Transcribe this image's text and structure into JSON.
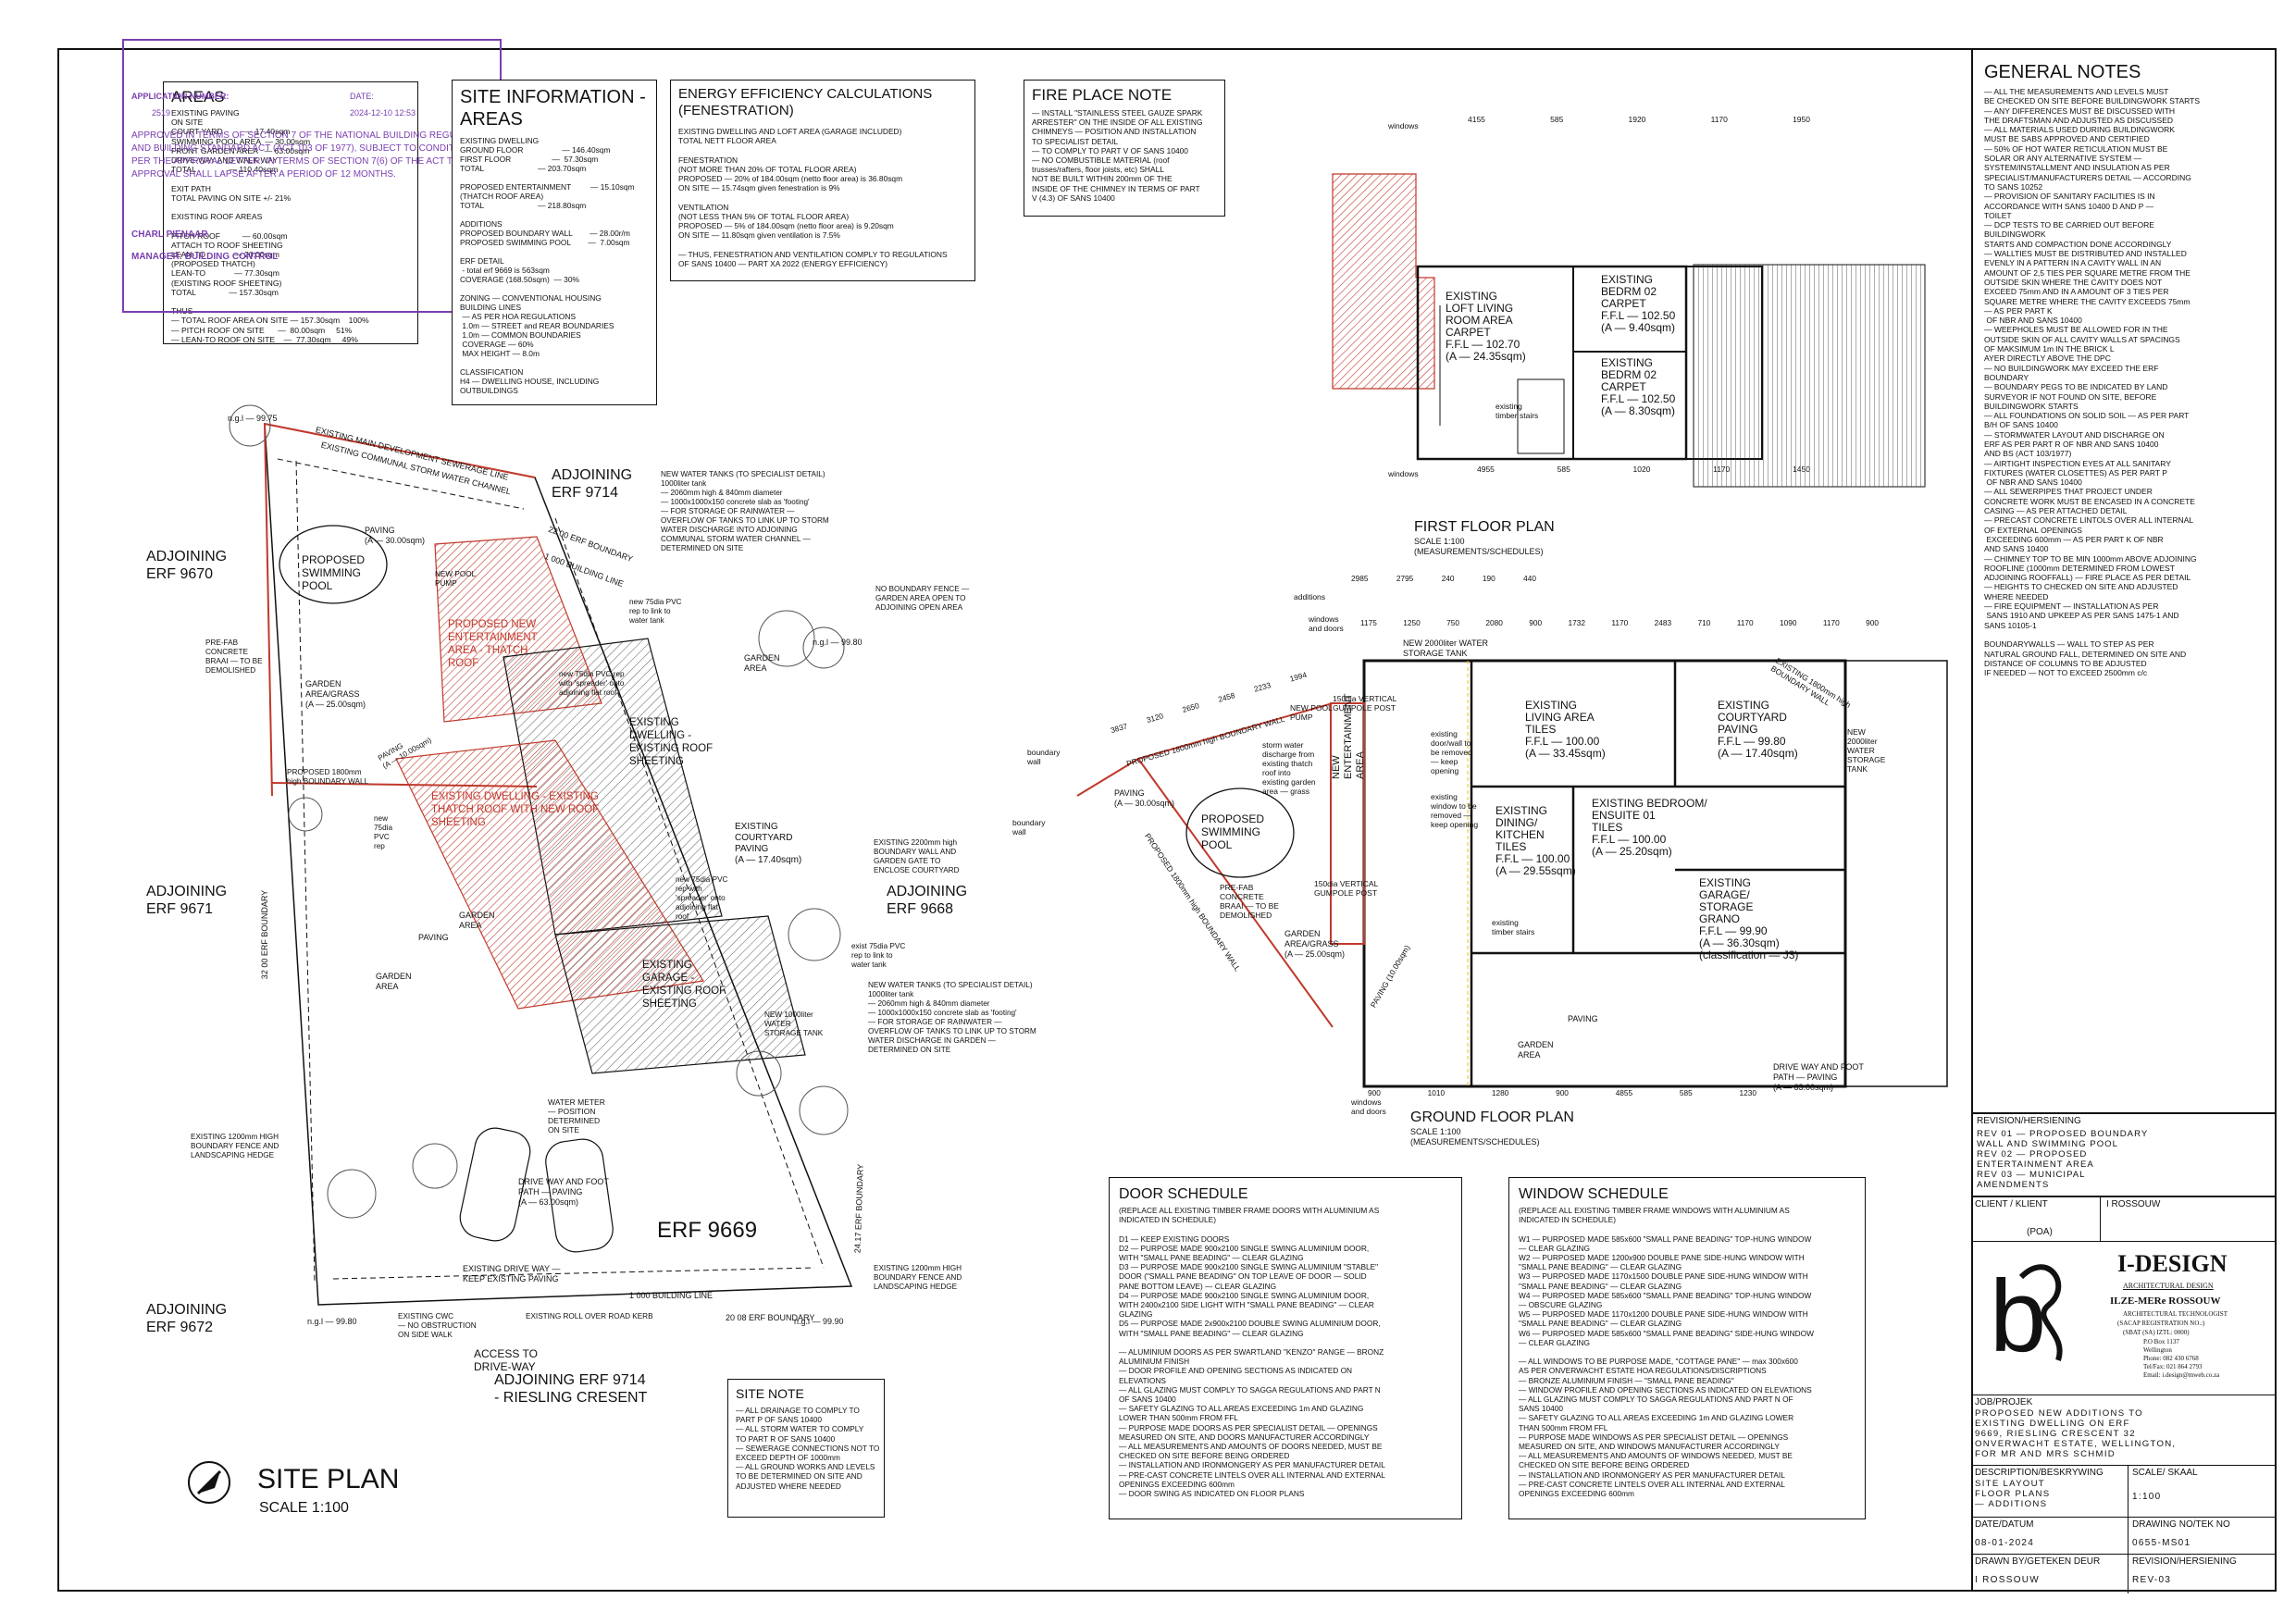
{
  "stamp": {
    "application": "APPLICATION NUMBER:",
    "date_label": "DATE:",
    "app_no": "2519",
    "date": "2024-12-10 12:53",
    "approval": "APPROVED IN TERMS OF SECTION 7 OF THE NATIONAL BUILDING REGULATIONS AND BUILDING STANDARD ACT (ACT 103 OF 1977), SUBJECT TO CONDITIONS AS PER THE APPROVAL LETTER. IN TERMS OF SECTION 7(6) OF THE ACT THE APPROVAL SHALL LAPSE AFTER A PERIOD OF 12 MONTHS.",
    "signatory": "CHARL PIENAAR",
    "role": "MANAGER: BUILDING CONTROL",
    "color": "#7a3fb0"
  },
  "areas": {
    "title": "AREAS",
    "lines": [
      "EXISTING PAVING",
      "ON SITE",
      "COURT YARD          — 17.40sqm",
      "SWIMMING POOL AREA  — 30.00sqm",
      "FRONT GARDEN AREA   — 63.00sqm",
      "DRIVE-WAY AND WALK WAY",
      "TOTAL               — 110.40sqm",
      "",
      "EXIT PATH",
      "TOTAL PAVING ON SITE +/- 21%",
      "",
      "EXISTING ROOF AREAS",
      "",
      "PITCH ROOF          — 60.00sqm",
      "ATTACH TO ROOF SHEETING",
      "LEAN-TO             — 20.00sqm",
      "(PROPOSED THATCH)",
      "LEAN-TO             — 77.30sqm",
      "(EXISTING ROOF SHEETING)",
      "TOTAL               — 157.30sqm",
      "",
      "THUS",
      "— TOTAL ROOF AREA ON SITE — 157.30sqm    100%",
      "— PITCH ROOF ON SITE      —  80.00sqm     51%",
      "— LEAN-TO ROOF ON SITE    —  77.30sqm     49%"
    ]
  },
  "site_info": {
    "title": "SITE INFORMATION - AREAS",
    "lines": [
      "EXISTING DWELLING",
      "GROUND FLOOR                  — 146.40sqm",
      "FIRST FLOOR                   —  57.30sqm",
      "TOTAL                         — 203.70sqm",
      "",
      "PROPOSED ENTERTAINMENT         — 15.10sqm",
      "(THATCH ROOF AREA)",
      "TOTAL                         — 218.80sqm",
      "",
      "ADDITIONS",
      "PROPOSED BOUNDARY WALL        — 28.00r/m",
      "PROPOSED SWIMMING POOL        —  7.00sqm",
      "",
      "ERF DETAIL",
      " - total erf 9669 is 563sqm",
      "COVERAGE (168.50sqm)  — 30%",
      "",
      "ZONING — CONVENTIONAL HOUSING",
      "BUILDING LINES",
      " — AS PER HOA REGULATIONS",
      " 1.0m — STREET and REAR BOUNDARIES",
      " 1.0m — COMMON BOUNDARIES",
      " COVERAGE — 60%",
      " MAX HEIGHT — 8.0m",
      "",
      "CLASSIFICATION",
      "H4 — DWELLING HOUSE, INCLUDING",
      "OUTBUILDINGS"
    ]
  },
  "energy": {
    "title": "ENERGY EFFICIENCY CALCULATIONS (FENESTRATION)",
    "lines": [
      "EXISTING DWELLING AND LOFT AREA (GARAGE INCLUDED)",
      "TOTAL NETT FLOOR AREA",
      "",
      "FENESTRATION",
      "(NOT MORE THAN 20% OF TOTAL FLOOR AREA)",
      "PROPOSED — 20% of 184.00sqm (netto floor area) is 36.80sqm",
      "ON SITE — 15.74sqm given fenestration is 9%",
      "",
      "VENTILATION",
      "(NOT LESS THAN 5% OF TOTAL FLOOR AREA)",
      "PROPOSED — 5% of 184.00sqm (netto floor area) is 9.20sqm",
      "ON SITE — 11.80sqm given ventilation is 7.5%",
      "",
      "— THUS, FENESTRATION AND VENTILATION COMPLY TO REGULATIONS",
      "OF SANS 10400 — PART XA 2022 (ENERGY EFFICIENCY)"
    ]
  },
  "fireplace": {
    "title": "FIRE PLACE NOTE",
    "lines": [
      "— INSTALL \"STAINLESS STEEL GAUZE SPARK",
      "ARRESTER\" ON THE INSIDE OF ALL EXISTING",
      "CHIMNEYS — POSITION AND INSTALLATION",
      "TO SPECIALIST DETAIL",
      "— TO COMPLY TO PART V OF SANS 10400",
      "— NO COMBUSTIBLE MATERIAL (roof",
      "trusses/rafters, floor joists, etc) SHALL",
      "NOT BE BUILT WITHIN 200mm OF THE",
      "INSIDE OF THE CHIMNEY IN TERMS OF PART",
      "V (4.3) OF SANS 10400"
    ]
  },
  "general_notes": {
    "title": "GENERAL NOTES",
    "lines": [
      "— ALL THE MEASUREMENTS AND LEVELS MUST",
      "BE CHECKED ON SITE BEFORE BUILDINGWORK STARTS",
      "— ANY DIFFERENCES MUST BE DISCUSSED WITH",
      "THE DRAFTSMAN AND ADJUSTED AS DISCUSSED",
      "— ALL MATERIALS USED DURING BUILDINGWORK",
      "MUST BE SABS APPROVED AND CERTIFIED",
      "— 50% OF HOT WATER RETICULATION MUST BE",
      "SOLAR OR ANY ALTERNATIVE SYSTEM —",
      "SYSTEM/INSTALLMENT AND INSULATION AS PER",
      "SPECIALIST/MANUFACTURERS DETAIL — ACCORDING",
      "TO SANS 10252",
      "— PROVISION OF SANITARY FACILITIES IS IN",
      "ACCORDANCE WITH SANS 10400 D AND P —",
      "TOILET",
      "— DCP TESTS TO BE CARRIED OUT BEFORE",
      "BUILDINGWORK",
      "STARTS AND COMPACTION DONE ACCORDINGLY",
      "— WALLTIES MUST BE DISTRIBUTED AND INSTALLED",
      "EVENLY IN A PATTERN IN A CAVITY WALL IN AN",
      "AMOUNT OF 2,5 TIES PER SQUARE METRE FROM THE",
      "OUTSIDE SKIN WHERE THE CAVITY DOES NOT",
      "EXCEED 75mm AND IN A AMOUNT OF 3 TIES PER",
      "SQUARE METRE WHERE THE CAVITY EXCEEDS 75mm",
      "— AS PER PART K",
      " OF NBR AND SANS 10400",
      "— WEEPHOLES MUST BE ALLOWED FOR IN THE",
      "OUTSIDE SKIN OF ALL CAVITY WALLS AT SPACINGS",
      "OF MAKSIMUM 1m IN THE BRICK L",
      "AYER DIRECTLY ABOVE THE DPC",
      "— NO BUILDINGWORK MAY EXCEED THE ERF",
      "BOUNDARY",
      "— BOUNDARY PEGS TO BE INDICATED BY LAND",
      "SURVEYOR IF NOT FOUND ON SITE, BEFORE",
      "BUILDINGWORK STARTS",
      "— ALL FOUNDATIONS ON SOLID SOIL — AS PER PART",
      "B/H OF SANS 10400",
      "— STORMWATER LAYOUT AND DISCHARGE ON",
      "ERF AS PER PART R OF NBR AND SANS 10400",
      "AND BS (ACT 103/1977)",
      "— AIRTIGHT INSPECTION EYES AT ALL SANITARY",
      "FIXTURES (WATER CLOSETTES) AS PER PART P",
      " OF NBR AND SANS 10400",
      "— ALL SEWERPIPES THAT PROJECT UNDER",
      "CONCRETE WORK MUST BE ENCASED IN A CONCRETE",
      "CASING — AS PER ATTACHED DETAIL",
      "— PRECAST CONCRETE LINTOLS OVER ALL INTERNAL",
      "OF EXTERNAL OPENINGS",
      " EXCEEDING 600mm — AS PER PART K OF NBR",
      "AND SANS 10400",
      "— CHIMNEY TOP TO BE MIN 1000mm ABOVE ADJOINING",
      "ROOFLINE (1000mm DETERMINED FROM LOWEST",
      "ADJOINING ROOFFALL) — FIRE PLACE AS PER DETAIL",
      "— HEIGHTS TO CHECKED ON SITE AND ADJUSTED",
      "WHERE NEEDED",
      "— FIRE EQUIPMENT — INSTALLATION AS PER",
      " SANS 1910 AND UPKEEP AS PER SANS 1475-1 AND",
      "SANS 10105-1",
      "",
      "BOUNDARYWALLS — WALL TO STEP AS PER",
      "NATURAL GROUND FALL, DETERMINED ON SITE AND",
      "DISTANCE OF COLUMNS TO BE ADJUSTED",
      "IF NEEDED — NOT TO EXCEED 2500mm c/c"
    ]
  },
  "revision": {
    "title": "REVISION/HERSIENING",
    "lines": [
      "REV 01 — PROPOSED BOUNDARY",
      "WALL AND SWIMMING POOL",
      "REV 02 — PROPOSED",
      "ENTERTAINMENT AREA",
      "REV 03 — MUNICIPAL",
      "AMENDMENTS"
    ]
  },
  "title_block": {
    "client_label": "CLIENT / KLIENT",
    "client_sub": "(POA)",
    "drawn_name_top": "I ROSSOUW",
    "firm": "I-DESIGN",
    "firm_sub": "ARCHITECTURAL DESIGN",
    "firm_person": "ILZE-MERe ROSSOUW",
    "firm_person_sub": "ARCHITECTURAL TECHNOLOGIST",
    "firm_reg": "(SACAP REGISTRATION NO.:)",
    "firm_reg2": "(SBAT (SA) IZTL: 0000)",
    "firm_addr": "P.O Box 1137\nWellington\nPhone: 082 430 6768\nTel/Fax: 021 864 2793\nEmail: i.design@mweb.co.za",
    "job_label": "JOB/PROJEK",
    "job_lines": [
      "PROPOSED NEW ADDITIONS TO",
      "EXISTING DWELLING ON ERF",
      "9669, RIESLING CRESCENT 32",
      "ONVERWACHT ESTATE, WELLINGTON,",
      "FOR MR AND MRS SCHMID"
    ],
    "desc_label": "DESCRIPTION/BESKRYWING",
    "desc_lines": [
      "SITE LAYOUT",
      "FLOOR PLANS",
      "— ADDITIONS"
    ],
    "scale_label": "SCALE/ SKAAL",
    "scale": "1:100",
    "date_label": "DATE/DATUM",
    "date": "08-01-2024",
    "drawing_no_label": "DRAWING NO/TEK NO",
    "drawing_no": "0655-MS01",
    "drawn_label": "DRAWN BY/GETEKEN DEUR",
    "drawn": "I ROSSOUW",
    "rev_label": "REVISION/HERSIENING",
    "rev": "REV-03"
  },
  "door_schedule": {
    "title": "DOOR SCHEDULE",
    "lines": [
      "(REPLACE ALL EXISTING TIMBER FRAME DOORS WITH ALUMINIUM AS",
      "INDICATED IN SCHEDULE)",
      "",
      "D1 — KEEP EXISTING DOORS",
      "D2 — PURPOSE MADE 900x2100 SINGLE SWING ALUMINIUM DOOR,",
      "WITH \"SMALL PANE BEADING\" — CLEAR GLAZING",
      "D3 — PURPOSE MADE 900x2100 SINGLE SWING ALUMINIUM \"STABLE\"",
      "DOOR (\"SMALL PANE BEADING\" ON TOP LEAVE OF DOOR — SOLID",
      "PANE BOTTOM LEAVE) — CLEAR GLAZING",
      "D4 — PURPOSE MADE 900x2100 SINGLE SWING ALUMINIUM DOOR,",
      "WITH 2400x2100 SIDE LIGHT WITH \"SMALL PANE BEADING\" — CLEAR",
      "GLAZING",
      "D5 — PURPOSE MADE 2x900x2100 DOUBLE SWING ALUMINIUM DOOR,",
      "WITH \"SMALL PANE BEADING\" — CLEAR GLAZING",
      "",
      "— ALUMINIUM DOORS AS PER SWARTLAND \"KENZO\" RANGE — BRONZ",
      "ALUMINIUM FINISH",
      "— DOOR PROFILE AND OPENING SECTIONS AS INDICATED ON",
      "ELEVATIONS",
      "— ALL GLAZING MUST COMPLY TO SAGGA REGULATIONS AND PART N",
      "OF SANS 10400",
      "— SAFETY GLAZING TO ALL AREAS EXCEEDING 1m AND GLAZING",
      "LOWER THAN 500mm FROM FFL",
      "— PURPOSE MADE DOORS AS PER SPECIALIST DETAIL — OPENINGS",
      "MEASURED ON SITE, AND DOORS MANUFACTURER ACCORDINGLY",
      "— ALL MEASUREMENTS AND AMOUNTS OF DOORS NEEDED, MUST BE",
      "CHECKED ON SITE BEFORE BEING ORDERED",
      "— INSTALLATION AND IRONMONGERY AS PER MANUFACTURER DETAIL",
      "— PRE-CAST CONCRETE LINTELS OVER ALL INTERNAL AND EXTERNAL",
      "OPENINGS EXCEEDING 600mm",
      "— DOOR SWING AS INDICATED ON FLOOR PLANS"
    ]
  },
  "window_schedule": {
    "title": "WINDOW SCHEDULE",
    "lines": [
      "(REPLACE ALL EXISTING TIMBER FRAME WINDOWS WITH ALUMINIUM AS",
      "INDICATED IN SCHEDULE)",
      "",
      "W1 — PURPOSED MADE 585x600 \"SMALL PANE BEADING\" TOP-HUNG WINDOW",
      "— CLEAR GLAZING",
      "W2 — PURPOSED MADE 1200x900 DOUBLE PANE SIDE-HUNG WINDOW WITH",
      "\"SMALL PANE BEADING\" — CLEAR GLAZING",
      "W3 — PURPOSED MADE 1170x1500 DOUBLE PANE SIDE-HUNG WINDOW WITH",
      "\"SMALL PANE BEADING\" — CLEAR GLAZING",
      "W4 — PURPOSED MADE 585x600 \"SMALL PANE BEADING\" TOP-HUNG WINDOW",
      "— OBSCURE GLAZING",
      "W5 — PURPOSED MADE 1170x1200 DOUBLE PANE SIDE-HUNG WINDOW WITH",
      "\"SMALL PANE BEADING\" — CLEAR GLAZING",
      "W6 — PURPOSED MADE 585x600 \"SMALL PANE BEADING\" SIDE-HUNG WINDOW",
      "— CLEAR GLAZING",
      "",
      "— ALL WINDOWS TO BE PURPOSE MADE, \"COTTAGE PANE\" — max 300x600",
      "AS PER ONVERWACHT ESTATE HOA REGULATIONS/DISCRIPTIONS",
      "— BRONZE ALUMINIUM FINISH — \"SMALL PANE BEADING\"",
      "— WINDOW PROFILE AND OPENING SECTIONS AS INDICATED ON ELEVATIONS",
      "— ALL GLAZING MUST COMPLY TO SAGGA REGULATIONS AND PART N OF",
      "SANS 10400",
      "— SAFETY GLAZING TO ALL AREAS EXCEEDING 1m AND GLAZING LOWER",
      "THAN 500mm FROM FFL",
      "— PURPOSE MADE WINDOWS AS PER SPECIALIST DETAIL — OPENINGS",
      "MEASURED ON SITE, AND WINDOWS MANUFACTURER ACCORDINGLY",
      "— ALL MEASUREMENTS AND AMOUNTS OF WINDOWS NEEDED, MUST BE",
      "CHECKED ON SITE BEFORE BEING ORDERED",
      "— INSTALLATION AND IRONMONGERY AS PER MANUFACTURER DETAIL",
      "— PRE-CAST CONCRETE LINTELS OVER ALL INTERNAL AND EXTERNAL",
      "OPENINGS EXCEEDING 600mm"
    ]
  },
  "site_note": {
    "title": "SITE NOTE",
    "lines": [
      "— ALL DRAINAGE TO COMPLY TO",
      "PART P OF SANS 10400",
      "— ALL STORM WATER TO COMPLY",
      "TO PART R OF SANS 10400",
      "— SEWERAGE CONNECTIONS NOT TO",
      "EXCEED DEPTH OF 1000mm",
      "— ALL GROUND WORKS AND LEVELS",
      "TO BE DETERMINED ON SITE AND",
      "ADJUSTED WHERE NEEDED"
    ]
  },
  "site_plan": {
    "title": "SITE PLAN",
    "scale": "SCALE 1:100",
    "erf": "ERF 9669",
    "adjoining_9670": "ADJOINING\nERF 9670",
    "adjoining_9671": "ADJOINING\nERF 9671",
    "adjoining_9672": "ADJOINING\nERF 9672",
    "adjoining_9714": "ADJOINING\nERF 9714",
    "adjoining_9668": "ADJOINING\nERF 9668",
    "adjoining_bottom": "ADJOINING ERF 9714\n- RIESLING CRESENT",
    "proposed_pool": "PROPOSED\nSWIMMING\nPOOL",
    "entertainment": "PROPOSED NEW\nENTERTAINMENT\nAREA - THATCH\nROOF",
    "dwelling_roof": "EXISTING\nDWELLING -\nEXISTING ROOF\nSHEETING",
    "thatch_roof": "EXISTING DWELLING - EXISTING\nTHATCH ROOF WITH NEW ROOF\nSHEETING",
    "garage_roof": "EXISTING\nGARAGE -\nEXISTING ROOF\nSHEETING",
    "courtyard": "EXISTING\nCOURTYARD\nPAVING\n(A — 17.40sqm)",
    "paving_pool": "PAVING\n(A — 30.00sqm)",
    "garden_grass": "GARDEN\nAREA/GRASS\n(A — 25.00sqm)",
    "garden_area": "GARDEN\nAREA",
    "paving": "PAVING",
    "access": "ACCESS TO\nDRIVE-WAY",
    "driveway": "DRIVE WAY AND FOOT\nPATH — PAVING\n(A — 63.00sqm)",
    "existing_driveway": "EXISTING DRIVE WAY —\nKEEP EXISTING PAVING",
    "water_meter": "WATER METER\n— POSITION\nDETERMINED\nON SITE",
    "boundary_1000": "1 000 BUILDING LINE",
    "erf_boundary_top": "22 00 ERF BOUNDARY",
    "erf_boundary_left": "32 00 ERF BOUNDARY",
    "erf_boundary_bottom": "20 08 ERF BOUNDARY",
    "erf_boundary_right": "24.17 ERF BOUNDARY",
    "ngl_9975": "n.g.l — 99.75",
    "ngl_9980": "n.g.l — 99.80",
    "ngl_9990": "n.g.l — 99.90",
    "sewer_line": "EXISTING MAIN DEVELOPMENT SEWERAGE LINE",
    "storm_line": "EXISTING COMMUNAL STORM WATER CHANNEL",
    "tanks_top": "NEW WATER TANKS (TO SPECIALIST DETAIL)\n1000liter tank\n— 2060mm high & 840mm diameter\n— 1000x1000x150 concrete slab as 'footing'\n— FOR STORAGE OF RAINWATER —\nOVERFLOW OF TANKS TO LINK UP TO STORM\nWATER DISCHARGE INTO ADJOINING\nCOMMUNAL STORM WATER CHANNEL —\nDETERMINED ON SITE",
    "tanks_right": "NEW WATER TANKS (TO SPECIALIST DETAIL)\n1000liter tank\n— 2060mm high & 840mm diameter\n— 1000x1000x150 concrete slab as 'footing'\n— FOR STORAGE OF RAINWATER —\nOVERFLOW OF TANKS TO LINK UP TO STORM\nWATER DISCHARGE IN GARDEN —\nDETERMINED ON SITE",
    "no_boundary_fence": "NO BOUNDARY FENCE —\nGARDEN AREA OPEN TO\nADJOINING OPEN AREA",
    "boundary_wall_2200": "EXISTING 2200mm high\nBOUNDARY WALL AND\nGARDEN GATE TO\nENCLOSE COURTYARD",
    "fence_1200_left": "EXISTING 1200mm HIGH\nBOUNDARY FENCE AND\nLANDSCAPING HEDGE",
    "fence_1200_right": "EXISTING 1200mm HIGH\nBOUNDARY FENCE AND\nLANDSCAPING HEDGE",
    "braai": "PRE-FAB\nCONCRETE\nBRAAI — TO BE\nDEMOLISHED",
    "pool_pump": "NEW POOL\nPUMP",
    "cwc": "EXISTING CWC\n— NO OBSTRUCTION\nON SIDE WALK",
    "kerb": "EXISTING ROLL OVER ROAD KERB",
    "pvc1": "new 75dia PVC\nrep to link to\nwater tank",
    "pvc2": "new 75dia PVC rep\nwith 'spreader' onto\nadjoining flat roof",
    "pvc3": "new 75dia PVC\nrep with\n'spreader' onto\nadjoining flat\nroof",
    "pvc4": "exist 75dia PVC\nrep to link to\nwater tank",
    "new_tank": "NEW 1000liter\nWATER\nSTORAGE TANK",
    "proposed_wall": "PROPOSED 1800mm\nhigh BOUNDARY WALL",
    "paving_10": "PAVING\n(A — 10.00sqm)",
    "new_pvc_small": "new\n75dia\nPVC\nrep"
  },
  "first_floor": {
    "title": "FIRST FLOOR PLAN",
    "scale": "SCALE 1:100\n(MEASUREMENTS/SCHEDULES)",
    "loft": "EXISTING\nLOFT LIVING\nROOM AREA\nCARPET\nF.F.L — 102.70\n(A — 24.35sqm)",
    "bed2a": "EXISTING\nBEDRM 02\nCARPET\nF.F.L — 102.50\n(A — 9.40sqm)",
    "bed2b": "EXISTING\nBEDRM 02\nCARPET\nF.F.L — 102.50\n(A — 8.30sqm)",
    "stairs": "existing\ntimber stairs",
    "windows": "windows",
    "dims_top": [
      "4155",
      "585",
      "1920",
      "1170",
      "1950"
    ],
    "dims_bottom": [
      "4955",
      "585",
      "1020",
      "1170",
      "1450"
    ]
  },
  "ground_floor": {
    "title": "GROUND FLOOR PLAN",
    "scale": "SCALE 1:100\n(MEASUREMENTS/SCHEDULES)",
    "living": "EXISTING\nLIVING AREA\nTILES\nF.F.L — 100.00\n(A — 33.45sqm)",
    "courtyard": "EXISTING\nCOURTYARD\nPAVING\nF.F.L — 99.80\n(A — 17.40sqm)",
    "bedroom": "EXISTING BEDROOM/\nENSUITE 01\nTILES\nF.F.L — 100.00\n(A — 25.20sqm)",
    "dining": "EXISTING\nDINING/\nKITCHEN\nTILES\nF.F.L — 100.00\n(A — 29.55sqm)",
    "garage": "EXISTING\nGARAGE/\nSTORAGE\nGRANO\nF.F.L — 99.90\n(A — 36.30sqm)\n(classification — J3)",
    "entertainment": "NEW\nENTERTAINMENT\nAREA",
    "pool": "PROPOSED\nSWIMMING\nPOOL",
    "paving_pool": "PAVING\n(A — 30.00sqm)",
    "garden": "GARDEN\nAREA/GRASS\n(A — 25.00sqm)",
    "garden2": "GARDEN\nAREA",
    "paving": "PAVING",
    "driveway": "DRIVE WAY AND FOOT\nPATH — PAVING\n(A — 63.00sqm)",
    "tank": "NEW 2000liter WATER\nSTORAGE TANK",
    "tank2": "NEW\n2000liter\nWATER\nSTORAGE\nTANK",
    "gumpole1": "150dia VERTICAL\nGUMPOLE POST",
    "gumpole2": "150dia VERTICAL\nGUMPOLE POST",
    "storm": "storm water\ndischarge from\nexisting thatch\nroof into\nexisting garden\narea — grass",
    "door_removed": "existing\ndoor/wall to\nbe removed\n— keep\nopening",
    "window_removed": "existing\nwindow to be\nremoved —\nkeep opening",
    "braai": "PRE-FAB\nCONCRETE\nBRAAI — TO BE\nDEMOLISHED",
    "paving_10": "PAVING (10.00sqm)",
    "stairs": "existing\ntimber stairs",
    "boundary_wall": "boundary\nwall",
    "new_pump": "NEW POOL\nPUMP",
    "boundary_1800": "PROPOSED 1800mm high BOUNDARY WALL",
    "boundary_1800_b": "PROPOSED 1800mm high BOUNDARY WALL",
    "existing_1800": "EXISTING 1800mm high\nBOUNDARY WALL",
    "additions": "additions",
    "windows_doors": "windows\nand doors",
    "dims_top": [
      "1175",
      "1250",
      "750",
      "2080",
      "900",
      "1732",
      "1170",
      "2483",
      "710",
      "1170",
      "1090",
      "1170",
      "900"
    ],
    "dims_bottom": [
      "900",
      "1010",
      "1280",
      "900",
      "4855",
      "585",
      "1230"
    ],
    "dims_overall": [
      "2985",
      "2795",
      "240",
      "190",
      "440"
    ],
    "fl_dims": [
      "3837",
      "3120",
      "2650",
      "2458",
      "2233",
      "1994"
    ]
  }
}
